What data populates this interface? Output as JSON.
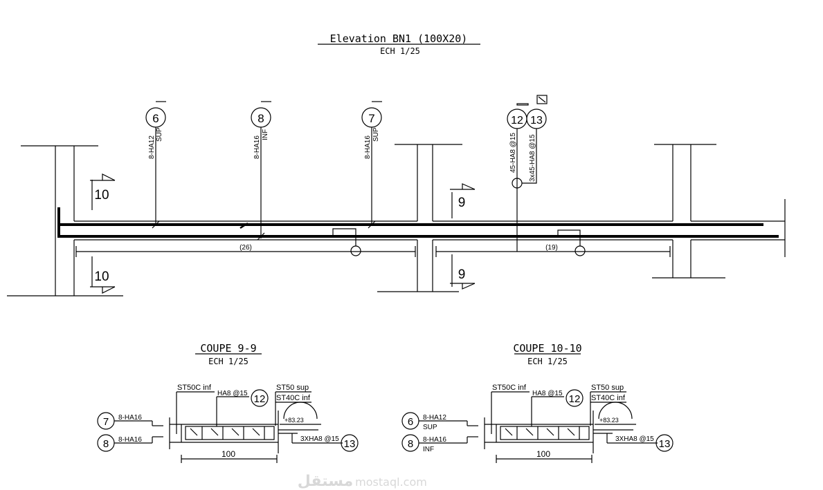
{
  "elevation": {
    "title": "Elevation BN1 (100X20)",
    "scale": "ECH 1/25",
    "marks": [
      {
        "num": "6",
        "bars": "8-HA12",
        "pos": "SUP"
      },
      {
        "num": "8",
        "bars": "8-HA16",
        "pos": "INF"
      },
      {
        "num": "7",
        "bars": "8-HA16",
        "pos": "SUP"
      },
      {
        "num": "12",
        "bars": "45-HA8 @15"
      },
      {
        "num": "13",
        "bars": "3x45-HA8 @15"
      }
    ],
    "spans": [
      "(26)",
      "(19)"
    ],
    "sections": [
      "10",
      "10",
      "9",
      "9"
    ]
  },
  "coupe_9": {
    "title": "COUPE 9-9",
    "scale": "ECH 1/25",
    "st_inf": "ST50C inf",
    "st_sup": "ST50 sup",
    "st_inf2": "ST40C inf",
    "stirrup": "HA8 @15",
    "stirrup_mark": "12",
    "top_mark": "7",
    "top_bars": "8-HA16",
    "bot_mark": "8",
    "bot_bars": "8-HA16",
    "level": "+83.23",
    "ties": "3XHA8 @15",
    "ties_mark": "13",
    "width": "100"
  },
  "coupe_10": {
    "title": "COUPE 10-10",
    "scale": "ECH 1/25",
    "st_inf": "ST50C inf",
    "st_sup": "ST50 sup",
    "st_inf2": "ST40C inf",
    "stirrup": "HA8 @15",
    "stirrup_mark": "12",
    "top_mark": "6",
    "top_bars": "8-HA12",
    "top_pos": "SUP",
    "bot_mark": "8",
    "bot_bars": "8-HA16",
    "bot_pos": "INF",
    "level": "+83.23",
    "ties": "3XHA8 @15",
    "ties_mark": "13",
    "width": "100"
  },
  "watermark": "mostaql.com"
}
